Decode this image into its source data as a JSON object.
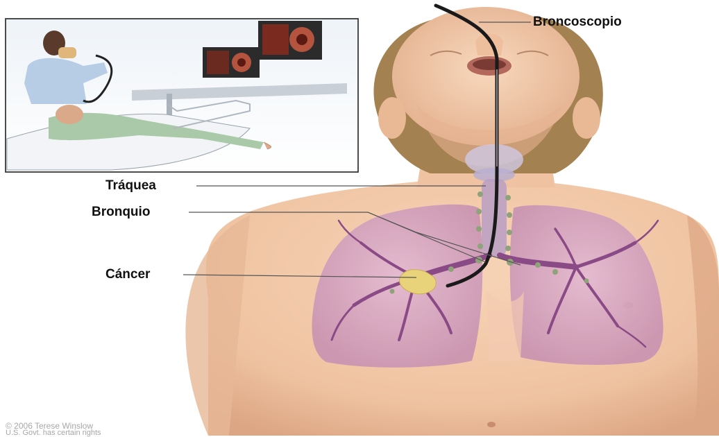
{
  "labels": {
    "bronchoscope": "Broncoscopio",
    "trachea": "Tráquea",
    "bronchus": "Bronquio",
    "cancer": "Cáncer"
  },
  "credit": {
    "line1": "© 2006 Terese Winslow",
    "line2": "U.S. Govt. has certain rights"
  },
  "colors": {
    "skin": "#f1c7a6",
    "skin_shadow": "#d9a585",
    "hair": "#9a7a48",
    "lung": "#d7a6c5",
    "airway": "#8a4a86",
    "tumor": "#e8d27a",
    "label_text": "#111111",
    "leader_line": "#555555"
  }
}
